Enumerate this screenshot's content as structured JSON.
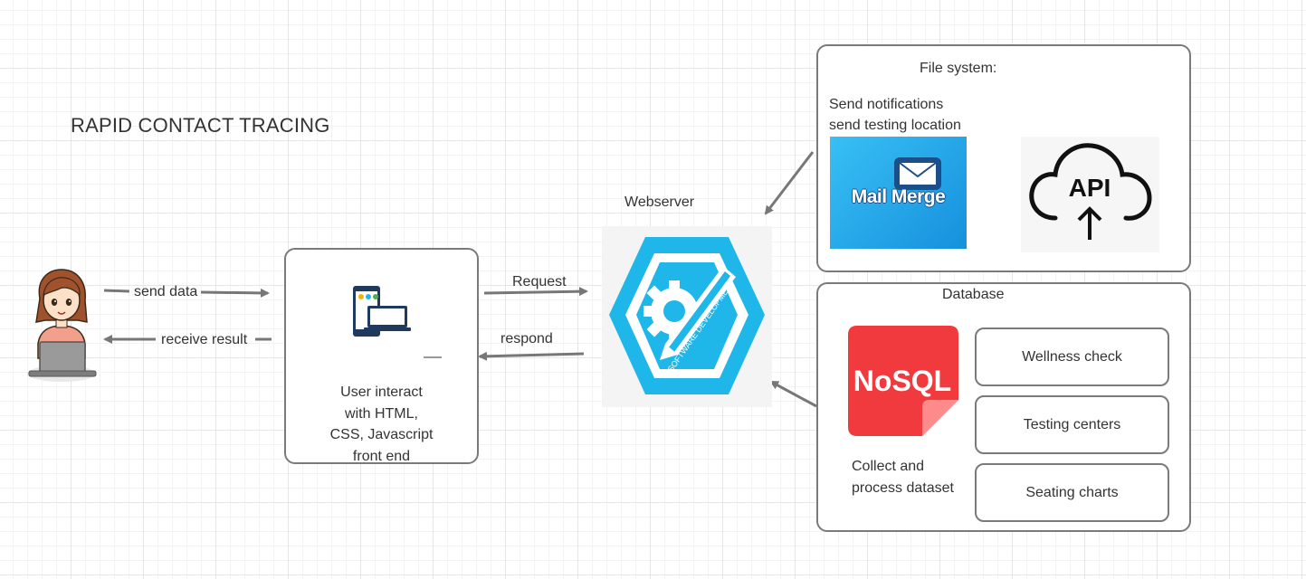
{
  "title": "RAPID CONTACT TRACING",
  "labels": {
    "send_data": "send data",
    "receive_result": "receive result",
    "request": "Request",
    "respond": "respond",
    "webserver": "Webserver",
    "file_system": "File system:",
    "database": "Database"
  },
  "frontend": {
    "lines": [
      "User interact",
      "with HTML,",
      "CSS, Javascript",
      "front end"
    ]
  },
  "file_system": {
    "notifications": [
      "Send notifications",
      "send testing location"
    ],
    "mailmerge_text": "Mail Merge",
    "api_text": "API"
  },
  "webserver_logo_text": "SOFTWARE DEVELOPMENT",
  "database_panel": {
    "nosql_text": "NoSQL",
    "collect": [
      "Collect and",
      "process dataset"
    ],
    "items": [
      "Wellness check",
      "Testing centers",
      "Seating charts"
    ]
  },
  "colors": {
    "arrow": "#777777",
    "border": "#7a7a7a",
    "hex_blue": "#1fb6ea",
    "nosql_red": "#f03a3e",
    "mail_blue": "#1fa3ea"
  }
}
